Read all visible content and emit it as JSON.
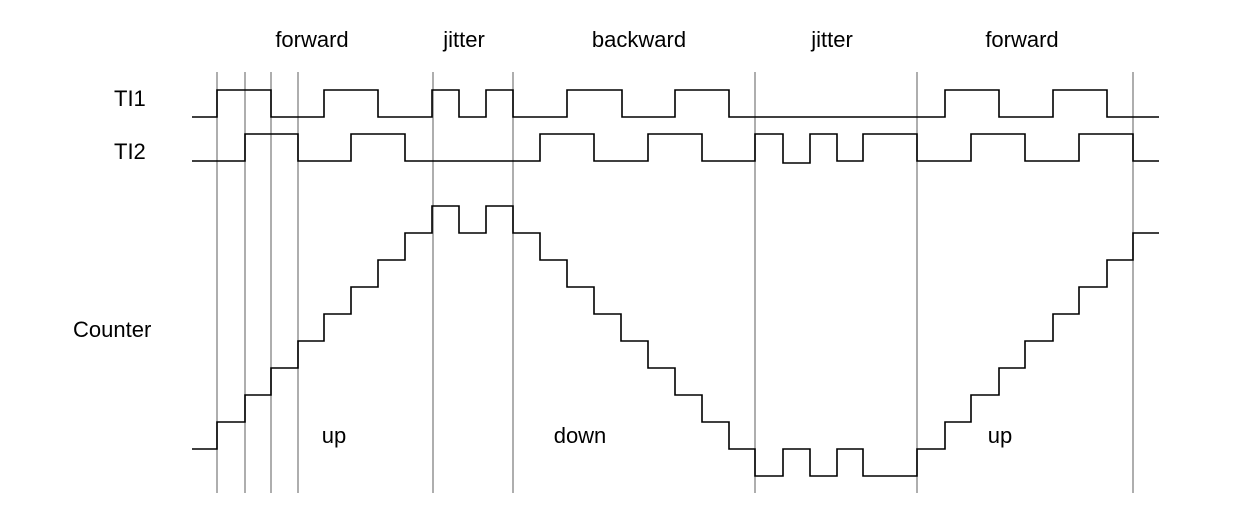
{
  "phases": {
    "forward_1": "forward",
    "jitter_1": "jitter",
    "backward": "backward",
    "jitter_2": "jitter",
    "forward_2": "forward"
  },
  "signals": {
    "ti1": "TI1",
    "ti2": "TI2",
    "counter": "Counter"
  },
  "directions": {
    "up_1": "up",
    "down": "down",
    "up_2": "up"
  },
  "colors": {
    "waveform": "#000000",
    "guide_line": "#8c8c8c",
    "background": "#ffffff"
  }
}
